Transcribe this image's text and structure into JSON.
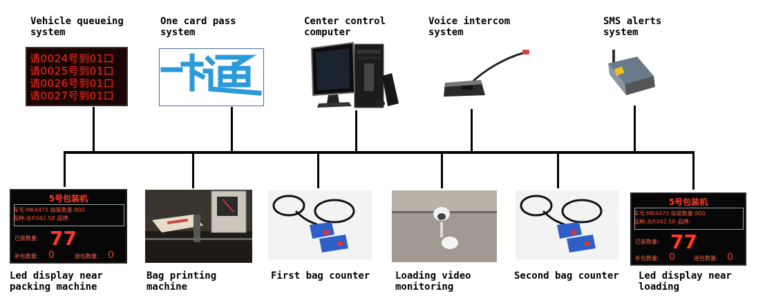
{
  "top_nodes": [
    {
      "id": "vehicle-queueing",
      "label_lines": [
        "Vehicle queueing",
        "system"
      ]
    },
    {
      "id": "one-card-pass",
      "label_lines": [
        "One card pass",
        "system"
      ]
    },
    {
      "id": "center-control",
      "label_lines": [
        "Center control",
        "computer"
      ]
    },
    {
      "id": "voice-intercom",
      "label_lines": [
        "Voice intercom",
        "system"
      ]
    },
    {
      "id": "sms-alerts",
      "label_lines": [
        "SMS alerts",
        "system"
      ]
    }
  ],
  "bottom_nodes": [
    {
      "id": "led-near-packing",
      "label_lines": [
        "Led display near",
        "packing machine"
      ]
    },
    {
      "id": "bag-printing",
      "label_lines": [
        "Bag printing",
        "machine"
      ]
    },
    {
      "id": "first-bag-counter",
      "label_lines": [
        "First bag counter"
      ]
    },
    {
      "id": "loading-video",
      "label_lines": [
        "Loading video",
        "monitoring"
      ]
    },
    {
      "id": "second-bag-counter",
      "label_lines": [
        "Second bag counter"
      ]
    },
    {
      "id": "led-near-loading",
      "label_lines": [
        "Led display near",
        "loading"
      ]
    }
  ],
  "queue_sign": {
    "lines": [
      "请0024号到01口",
      "请0025号到01口",
      "请0026号到01口",
      "请0027号到01口"
    ]
  },
  "one_card_logo": "一卡通",
  "led_panel": {
    "header": "5号包装机",
    "plate_label": "车号:",
    "plate_value": "MK4475",
    "planned_label": "拟装数量:",
    "planned_value": "800",
    "product_label": "品种:",
    "product_value": "水P.II42.5R",
    "brand_label": "品牌:",
    "loaded_label": "已装数量:",
    "loaded_value": "77",
    "supplement_label": "补包数量:",
    "supplement_value": "0",
    "broken_label": "迷包数量:",
    "broken_value": "0"
  },
  "colors": {
    "line": "#000000",
    "led": "#ff2a1a",
    "logo_blue": "#2a9ad8"
  }
}
